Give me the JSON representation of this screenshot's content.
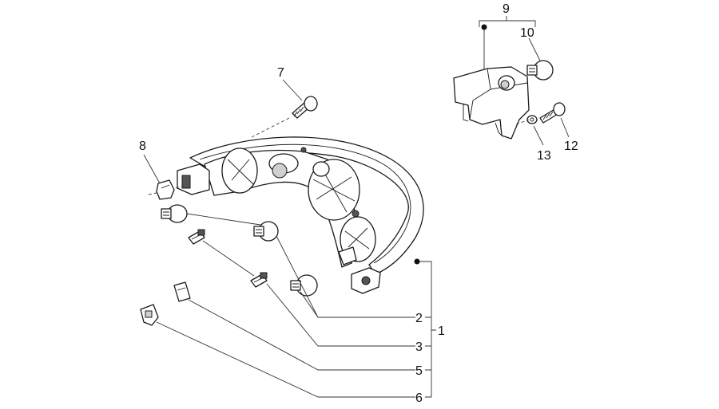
{
  "callouts": {
    "c1": "1",
    "c2": "2",
    "c3": "3",
    "c5": "5",
    "c6": "6",
    "c7": "7",
    "c8": "8",
    "c9": "9",
    "c10": "10",
    "c12": "12",
    "c13": "13"
  },
  "colors": {
    "line": "#1a1a1a",
    "shade": "#cfcfcf",
    "background": "#ffffff"
  }
}
